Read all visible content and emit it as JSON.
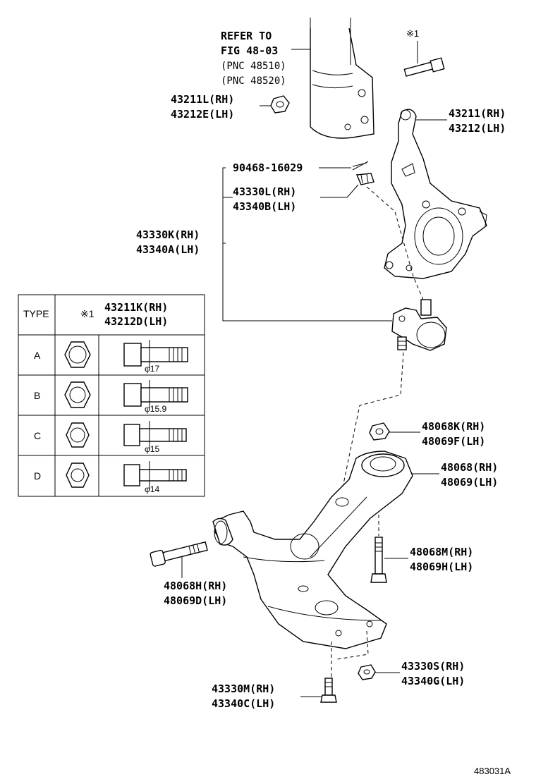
{
  "refer": {
    "line1": "REFER TO",
    "line2": "FIG 48-03",
    "line3": "(PNC 48510)",
    "line4": "(PNC 48520)"
  },
  "note_mark": "※1",
  "labels": {
    "nut_43211L": [
      "43211L(RH)",
      "43212E(LH)"
    ],
    "knuckle": [
      "43211(RH)",
      "43212(LH)"
    ],
    "cotter_pin": "90468-16029",
    "nut_43330L": [
      "43330L(RH)",
      "43340B(LH)"
    ],
    "ball_joint": [
      "43330K(RH)",
      "43340A(LH)"
    ],
    "nut_48068K": [
      "48068K(RH)",
      "48069F(LH)"
    ],
    "arm": [
      "48068(RH)",
      "48069(LH)"
    ],
    "bolt_48068M": [
      "48068M(RH)",
      "48069H(LH)"
    ],
    "bolt_48068H": [
      "48068H(RH)",
      "48069D(LH)"
    ],
    "nut_43330S": [
      "43330S(RH)",
      "43340G(LH)"
    ],
    "bolt_43330M": [
      "43330M(RH)",
      "43340C(LH)"
    ]
  },
  "type_table": {
    "header_type": "TYPE",
    "header_mark": "※1",
    "header_parts": [
      "43211K(RH)",
      "43212D(LH)"
    ],
    "rows": [
      {
        "type": "A",
        "dim": "φ17"
      },
      {
        "type": "B",
        "dim": "φ15.9"
      },
      {
        "type": "C",
        "dim": "φ15"
      },
      {
        "type": "D",
        "dim": "φ14"
      }
    ]
  },
  "figure_ref": "483031A"
}
